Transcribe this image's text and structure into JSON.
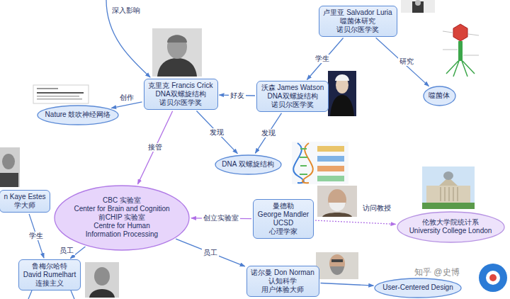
{
  "diagram": {
    "nodes": [
      {
        "text": [
          "卢里亚 Salvador Luria",
          "噬菌体研究",
          "诺贝尔医学奖"
        ]
      },
      {
        "text": [
          "克里克 Francis Crick",
          "DNA双螺旋结构",
          "诺贝尔医学奖"
        ]
      },
      {
        "text": [
          "沃森 James Watson",
          "DNA双螺旋结构",
          "诺贝尔医学奖"
        ]
      },
      {
        "text": [
          "Nature 鼓吹神经网络"
        ]
      },
      {
        "text": [
          "噬菌体"
        ]
      },
      {
        "text": [
          "DNA 双螺旋结构"
        ]
      },
      {
        "text": [
          "n Kaye Estes",
          "学大师"
        ]
      },
      {
        "text": [
          "CBC 实验室",
          "Center for Brain and Cognition",
          "前CHIP 实验室",
          "Centre for Human Information Processing"
        ]
      },
      {
        "text": [
          "曼德勒",
          "George Mandler",
          "UCSD",
          "心理学家"
        ]
      },
      {
        "text": [
          "伦敦大学院统计系",
          "University College London"
        ]
      },
      {
        "text": [
          "鲁梅尔哈特",
          "David Rumelhart",
          "连接主义"
        ]
      },
      {
        "text": [
          "诺尔曼 Don Norman",
          "认知科学",
          "用户体验大师"
        ]
      },
      {
        "text": [
          "User-Centered Design"
        ]
      }
    ],
    "edges": [
      {
        "from": 0,
        "to": 2,
        "label": "学生",
        "arrow": "to"
      },
      {
        "from": 0,
        "to": 4,
        "label": "研究",
        "arrow": "to"
      },
      {
        "from": 2,
        "to": 1,
        "label": "好友",
        "arrow": "to"
      },
      {
        "from": 1,
        "to": 3,
        "label": "创作",
        "arrow": "to"
      },
      {
        "from": 1,
        "to": 5,
        "label": "发现",
        "arrow": "to"
      },
      {
        "from": 2,
        "to": 5,
        "label": "发现",
        "arrow": "to"
      },
      {
        "from": 1,
        "to": 7,
        "label": "接管",
        "arrow": "to"
      },
      {
        "from": 8,
        "to": 7,
        "label": "创立实验室",
        "arrow": "to"
      },
      {
        "from": 8,
        "to": 9,
        "label": "访问教授",
        "arrow": "to"
      },
      {
        "from": 6,
        "to": 10,
        "label": "学生",
        "arrow": "to"
      },
      {
        "from": 7,
        "to": 10,
        "label": "员工",
        "arrow": "to"
      },
      {
        "from": 7,
        "to": 11,
        "label": "员工",
        "arrow": "to"
      },
      {
        "from": 11,
        "to": 12,
        "arrow": "to"
      }
    ],
    "labels": [
      "深入影响",
      "知乎 @史博"
    ]
  }
}
